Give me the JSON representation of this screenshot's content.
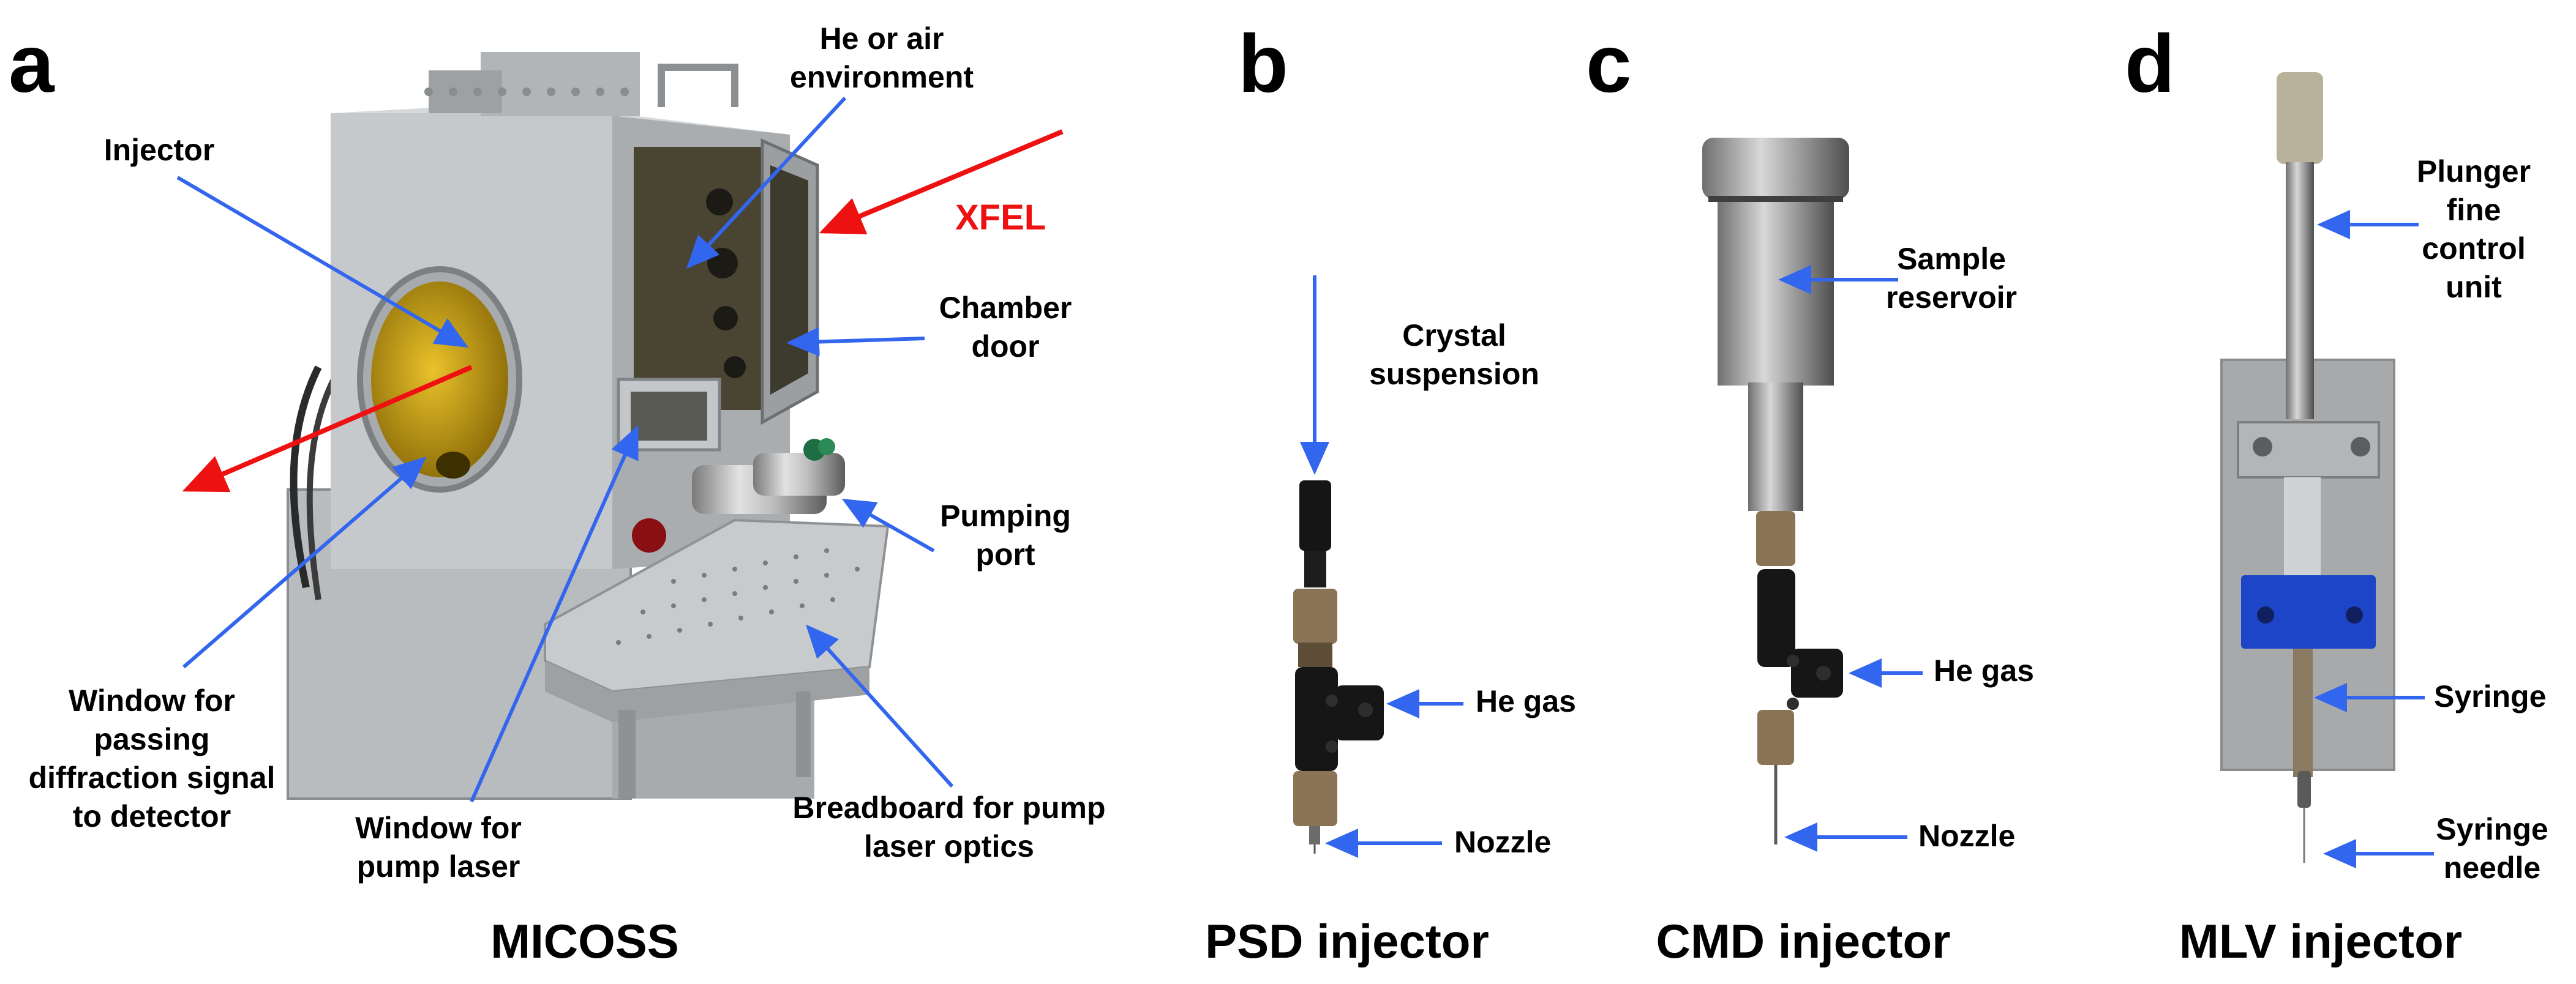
{
  "colors": {
    "arrow_blue": "#3366ee",
    "arrow_red": "#ee1111",
    "xfel_text": "#ee1111"
  },
  "panels": {
    "a": {
      "letter": "a",
      "caption": "MICOSS",
      "labels": {
        "he_env_1": "He or air",
        "he_env_2": "environment",
        "injector": "Injector",
        "xfel": "XFEL",
        "chamber_door_1": "Chamber",
        "chamber_door_2": "door",
        "pumping_port_1": "Pumping",
        "pumping_port_2": "port",
        "window_detector_1": "Window for",
        "window_detector_2": "passing",
        "window_detector_3": "diffraction signal",
        "window_detector_4": "to detector",
        "window_pump_1": "Window for",
        "window_pump_2": "pump laser",
        "breadboard_1": "Breadboard for pump",
        "breadboard_2": "laser optics"
      }
    },
    "b": {
      "letter": "b",
      "caption": "PSD injector",
      "labels": {
        "crystal_1": "Crystal",
        "crystal_2": "suspension",
        "he_gas": "He gas",
        "nozzle": "Nozzle"
      }
    },
    "c": {
      "letter": "c",
      "caption": "CMD injector",
      "labels": {
        "reservoir_1": "Sample",
        "reservoir_2": "reservoir",
        "he_gas": "He gas",
        "nozzle": "Nozzle"
      }
    },
    "d": {
      "letter": "d",
      "caption": "MLV injector",
      "labels": {
        "plunger_1": "Plunger",
        "plunger_2": "fine",
        "plunger_3": "control",
        "plunger_4": "unit",
        "syringe": "Syringe",
        "needle_1": "Syringe",
        "needle_2": "needle"
      }
    }
  }
}
